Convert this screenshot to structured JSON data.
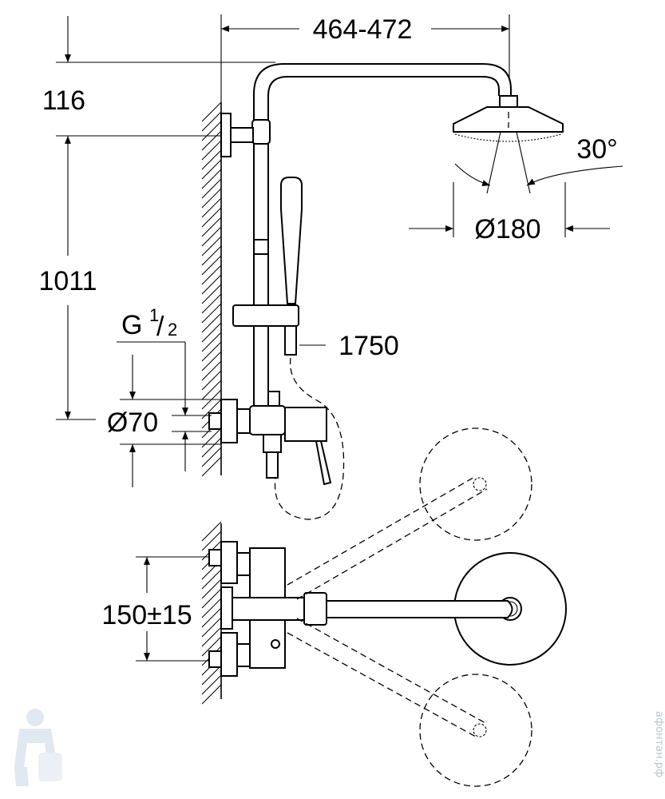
{
  "dimensions": {
    "total_width": "464-472",
    "top_offset": "116",
    "height": "1011",
    "thread_g": "G",
    "thread_num": "1",
    "thread_den": "2",
    "diameter_70": "Ø70",
    "hose_length": "1750",
    "spray_angle": "30°",
    "head_diameter": "Ø180",
    "inlet_spacing": "150±15"
  },
  "watermark": {
    "side_text": "афонтан.рф"
  }
}
